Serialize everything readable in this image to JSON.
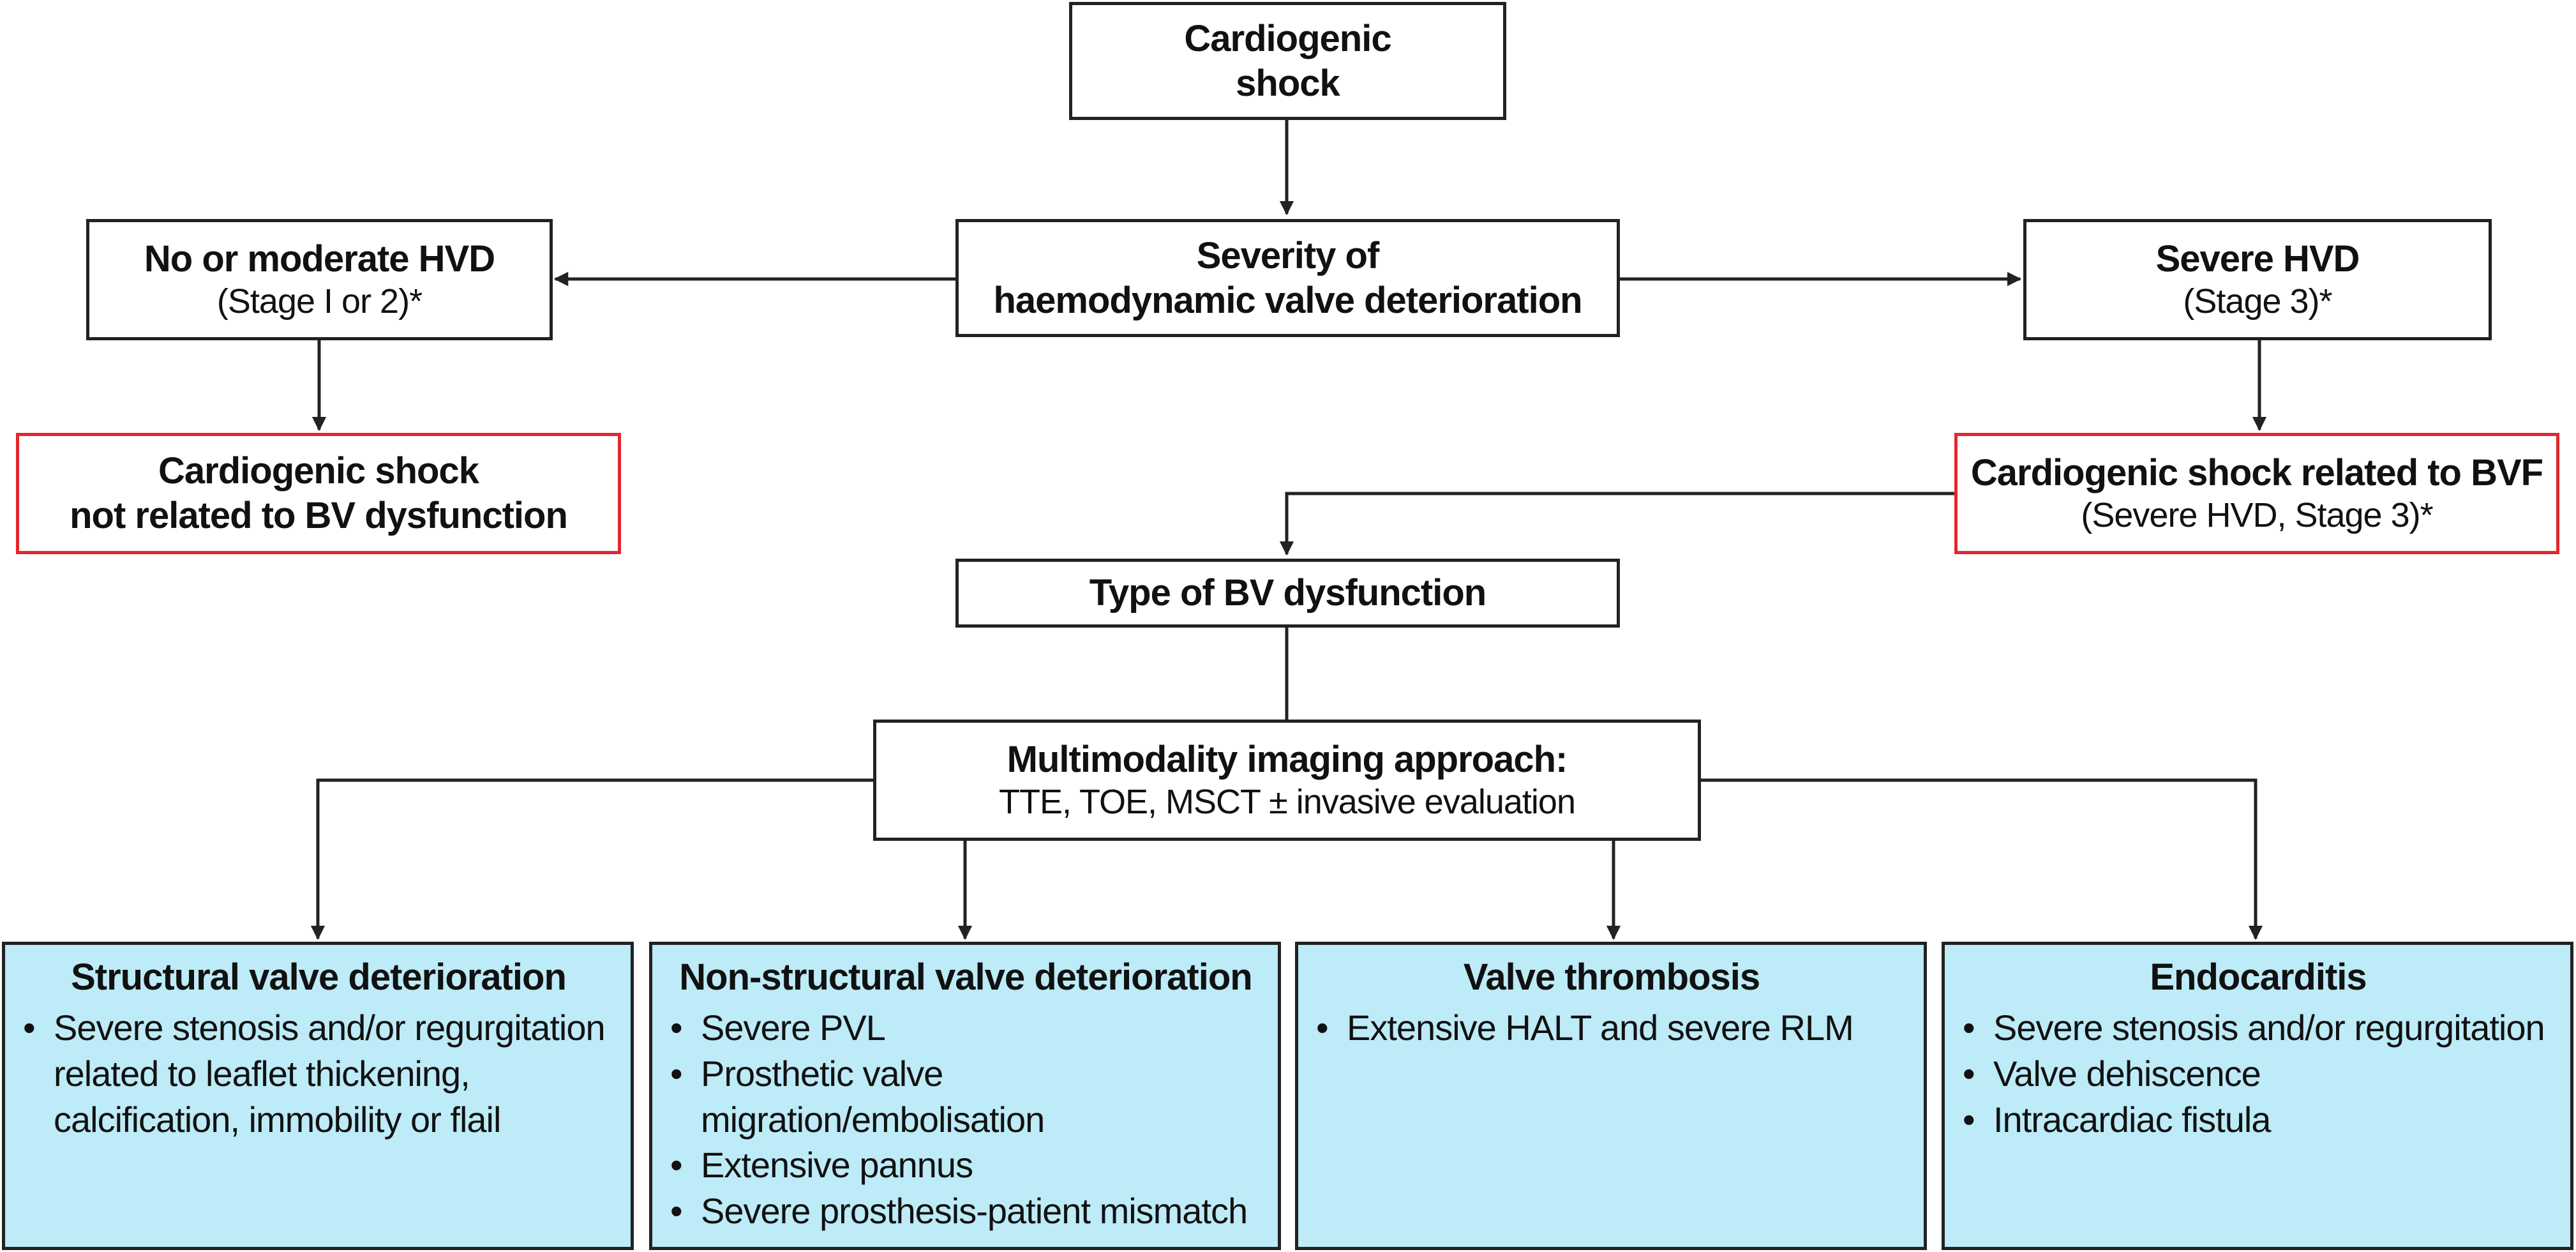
{
  "nodes": {
    "cardiogenic_shock": {
      "line1": "Cardiogenic",
      "line2": "shock"
    },
    "severity": {
      "line1": "Severity of",
      "line2": "haemodynamic valve deterioration"
    },
    "no_moderate_hvd": {
      "title": "No or moderate HVD",
      "subtitle": "(Stage I or 2)*"
    },
    "severe_hvd": {
      "title": "Severe HVD",
      "subtitle": "(Stage 3)*"
    },
    "shock_not_related": {
      "line1": "Cardiogenic shock",
      "line2": "not related to BV dysfunction"
    },
    "shock_related": {
      "title": "Cardiogenic shock related to BVF",
      "subtitle": "(Severe HVD, Stage 3)*"
    },
    "type_bv": {
      "title": "Type of BV dysfunction"
    },
    "imaging": {
      "title": "Multimodality imaging approach:",
      "subtitle": "TTE, TOE, MSCT ± invasive evaluation"
    }
  },
  "categories": [
    {
      "title": "Structural valve deterioration",
      "items": [
        "Severe stenosis and/or regurgitation related to leaflet thickening, calcification, immobility or flail"
      ]
    },
    {
      "title": "Non-structural valve deterioration",
      "items": [
        "Severe PVL",
        "Prosthetic valve migration/embolisation",
        "Extensive pannus",
        "Severe prosthesis-patient mismatch"
      ]
    },
    {
      "title": "Valve thrombosis",
      "items": [
        "Extensive HALT and severe RLM"
      ]
    },
    {
      "title": "Endocarditis",
      "items": [
        "Severe stenosis and/or regurgitation",
        "Valve dehiscence",
        "Intracardiac fistula"
      ]
    }
  ],
  "colors": {
    "line": "#222222",
    "red_border": "#e4262d",
    "category_fill": "#bdebf7"
  }
}
